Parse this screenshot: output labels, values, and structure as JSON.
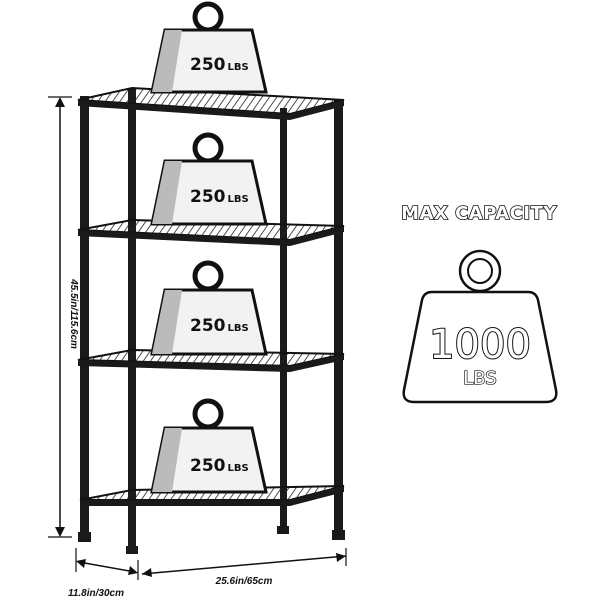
{
  "product": {
    "weights": [
      {
        "value": "250",
        "unit": "LBS"
      },
      {
        "value": "250",
        "unit": "LBS"
      },
      {
        "value": "250",
        "unit": "LBS"
      },
      {
        "value": "250",
        "unit": "LBS"
      }
    ]
  },
  "dimensions": {
    "height": "45.5in/115.6cm",
    "depth": "11.8in/30cm",
    "width": "25.6in/65cm"
  },
  "capacity": {
    "title": "MAX CAPACITY",
    "value": "1000",
    "unit": "LBS"
  },
  "colors": {
    "ink": "#111111",
    "weight_fill": "#f2f2f2",
    "shelf": "#1a1a1a",
    "background": "#ffffff"
  }
}
